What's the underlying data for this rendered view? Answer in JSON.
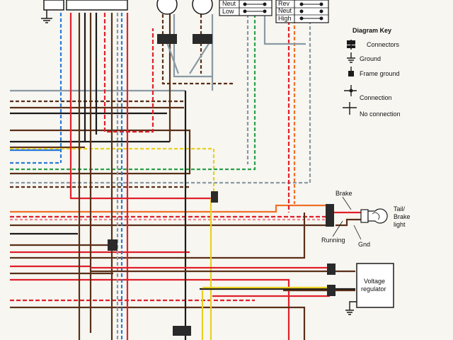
{
  "colors": {
    "background": "#f7f6f1",
    "brown": "#5a2f18",
    "red": "#e0202a",
    "orange": "#f07028",
    "blue": "#2a7ad8",
    "green": "#2aa048",
    "yellow": "#e8d020",
    "gray": "#8a9aa4",
    "black": "#1a1a1a",
    "pink": "#f08890"
  },
  "switch_left": {
    "row1": "Neut",
    "row2": "Low"
  },
  "switch_right": {
    "row1": "Rev",
    "row2": "Neut",
    "row3": "High"
  },
  "key": {
    "title": "Diagram Key",
    "connectors": "Connectors",
    "ground": "Ground",
    "frame_ground": "Frame ground",
    "connection": "Connection",
    "no_connection": "No connection"
  },
  "labels": {
    "brake": "Brake",
    "tail_line1": "Tail/",
    "tail_line2": "Brake",
    "tail_line3": "light",
    "running": "Running",
    "gnd": "Gnd",
    "regulator_line1": "Voltage",
    "regulator_line2": "regulator"
  }
}
